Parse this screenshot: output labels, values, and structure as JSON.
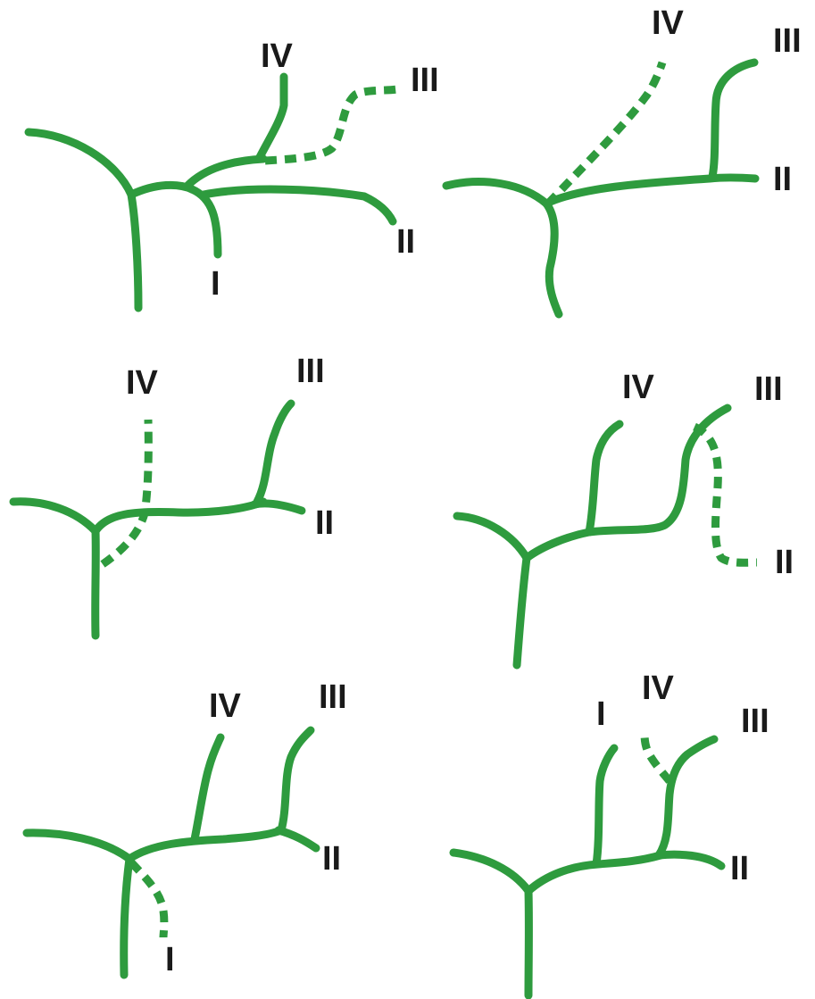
{
  "colors": {
    "branch": "#2e9b3e",
    "label": "#1a1a1a",
    "background": "#ffffff"
  },
  "line_styles": [
    "solid",
    "dashed"
  ],
  "panels": [
    {
      "labels": {
        "i": "I",
        "ii": "II",
        "iii": "III",
        "iv": "IV"
      },
      "dashed_branch": "III"
    },
    {
      "labels": {
        "ii": "II",
        "iii": "III",
        "iv": "IV"
      },
      "dashed_branch": "IV"
    },
    {
      "labels": {
        "ii": "II",
        "iii": "III",
        "iv": "IV"
      },
      "dashed_branch": "IV"
    },
    {
      "labels": {
        "ii": "II",
        "iii": "III",
        "iv": "IV"
      },
      "dashed_branch": "II"
    },
    {
      "labels": {
        "i": "I",
        "ii": "II",
        "iii": "III",
        "iv": "IV"
      },
      "dashed_branch": "I"
    },
    {
      "labels": {
        "i": "I",
        "ii": "II",
        "iii": "III",
        "iv": "IV"
      },
      "dashed_branch": "IV"
    }
  ]
}
